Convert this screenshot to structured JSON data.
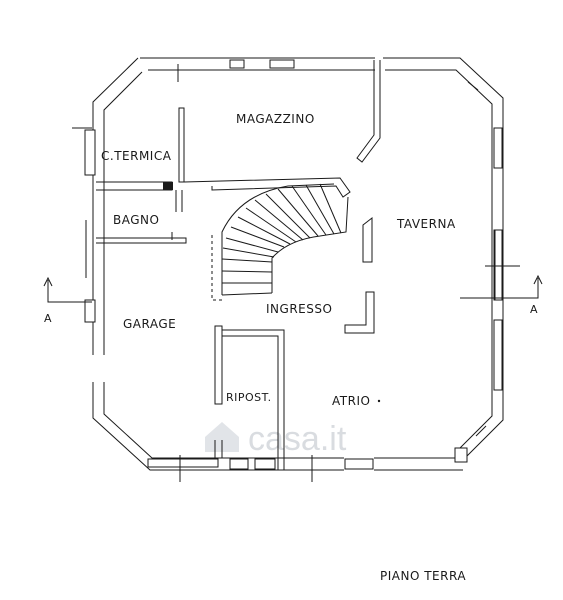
{
  "rooms": {
    "magazzino": "MAGAZZINO",
    "termica": "C.TERMICA",
    "bagno": "BAGNO",
    "taverna": "TAVERNA",
    "ingresso": "INGRESSO",
    "garage": "GARAGE",
    "ripost": "RIPOST.",
    "atrio": "ATRIO"
  },
  "section_marks": {
    "left": "A",
    "right": "A"
  },
  "floor_title": "PIANO TERRA",
  "watermark": "casa.it"
}
